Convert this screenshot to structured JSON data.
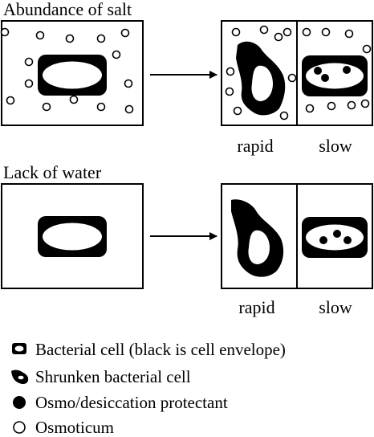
{
  "panels": [
    {
      "heading": "Abundance of salt",
      "left_caption": "rapid",
      "right_caption": "slow"
    },
    {
      "heading": "Lack of water",
      "left_caption": "rapid",
      "right_caption": "slow"
    }
  ],
  "legend": [
    {
      "icon": "bacterial-cell-icon",
      "text": "Bacterial cell (black is cell envelope)"
    },
    {
      "icon": "shrunken-cell-icon",
      "text": "Shrunken bacterial cell"
    },
    {
      "icon": "protectant-dot-icon",
      "text": "Osmo/desiccation protectant"
    },
    {
      "icon": "osmoticum-circle-icon",
      "text": "Osmoticum"
    }
  ],
  "colors": {
    "ink": "#000000",
    "paper": "#ffffff"
  }
}
